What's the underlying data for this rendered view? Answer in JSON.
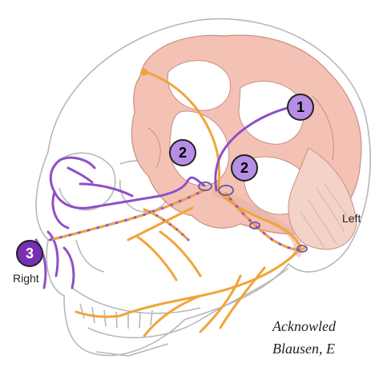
{
  "diagram": {
    "markers": {
      "m1": "1",
      "m2a": "2",
      "m2b": "2",
      "m3": "3"
    },
    "side_labels": {
      "left": "Left",
      "right": "Right"
    },
    "acknowledgement": {
      "line1": "Acknowled",
      "line2": "Blausen, E"
    },
    "colors": {
      "nerve_orange": "#f0a43a",
      "nerve_purple": "#8e4fc7",
      "brain_pink": "#f3c2b5",
      "skull_outline": "#b8b8b8",
      "marker_fill": "#b78ee6"
    }
  }
}
